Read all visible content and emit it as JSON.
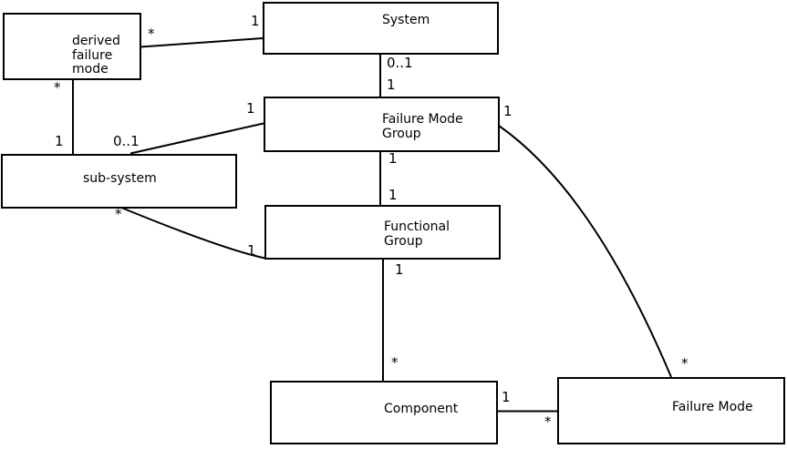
{
  "diagram": {
    "type": "uml-association-diagram",
    "background_color": "#ffffff",
    "line_color": "#000000",
    "boxes": [
      {
        "id": "derived-failure-mode",
        "lines": [
          "derived",
          "failure",
          "mode"
        ]
      },
      {
        "id": "system",
        "lines": [
          "System"
        ]
      },
      {
        "id": "failure-mode-group",
        "lines": [
          "Failure Mode",
          "Group"
        ]
      },
      {
        "id": "sub-system",
        "lines": [
          "sub-system"
        ]
      },
      {
        "id": "functional-group",
        "lines": [
          "Functional",
          "Group"
        ]
      },
      {
        "id": "component",
        "lines": [
          "Component"
        ]
      },
      {
        "id": "failure-mode",
        "lines": [
          "Failure Mode"
        ]
      }
    ],
    "connections": [
      {
        "name": "derived-failure-mode--system",
        "end_a": "derived failure mode",
        "end_b": "System",
        "label_a": "*",
        "label_b": "1"
      },
      {
        "name": "system--failure-mode-group",
        "end_a": "System",
        "end_b": "Failure Mode Group",
        "label_a": "0..1",
        "label_b": "1"
      },
      {
        "name": "failure-mode-group--sub-system",
        "end_a": "Failure Mode Group",
        "end_b": "sub-system",
        "label_a": "1",
        "label_b": "0..1"
      },
      {
        "name": "derived-failure-mode--sub-system",
        "end_a": "derived failure mode",
        "end_b": "sub-system",
        "label_a": "*",
        "label_b": "1"
      },
      {
        "name": "failure-mode-group--functional-group",
        "end_a": "Failure Mode Group",
        "end_b": "Functional Group",
        "label_a": "1",
        "label_b": "1"
      },
      {
        "name": "sub-system--functional-group",
        "end_a": "sub-system",
        "end_b": "Functional Group",
        "label_a": "*",
        "label_b": "1"
      },
      {
        "name": "functional-group--component",
        "end_a": "Functional Group",
        "end_b": "Component",
        "label_a": "1",
        "label_b": "*"
      },
      {
        "name": "component--failure-mode",
        "end_a": "Component",
        "end_b": "Failure Mode",
        "label_a": "1",
        "label_b": "*"
      },
      {
        "name": "failure-mode-group--failure-mode",
        "end_a": "Failure Mode Group",
        "end_b": "Failure Mode",
        "label_a": "1",
        "label_b": "*"
      }
    ]
  }
}
